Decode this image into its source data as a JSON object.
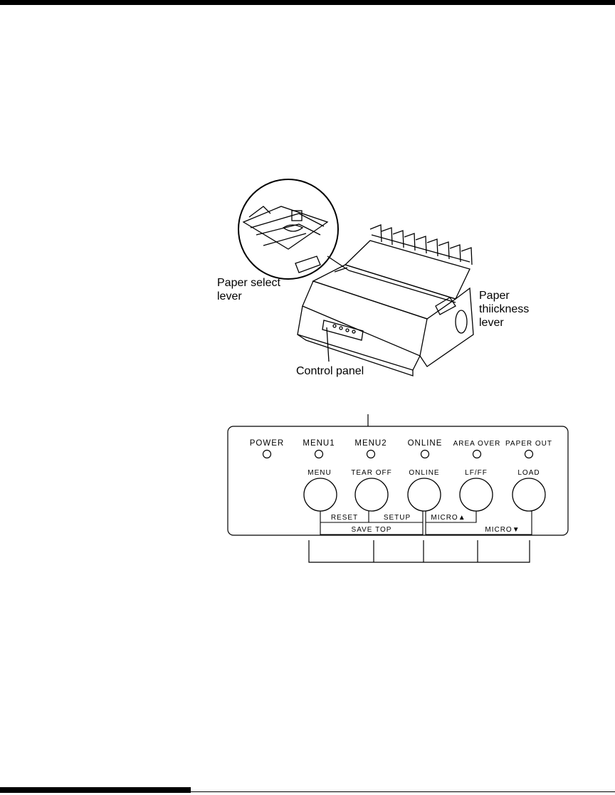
{
  "callouts": {
    "paper_select": "Paper select\nlever",
    "paper_thickness": "Paper\nthiickness\nlever",
    "control_panel": "Control panel"
  },
  "indicators": [
    "POWER",
    "MENU1",
    "MENU2",
    "ONLINE",
    "AREA OVER",
    "PAPER OUT"
  ],
  "buttons": [
    "MENU",
    "TEAR OFF",
    "ONLINE",
    "LF/FF",
    "LOAD"
  ],
  "combos": {
    "reset": "RESET",
    "setup": "SETUP",
    "save_top": "SAVE TOP",
    "micro_up": "MICRO▲",
    "micro_down": "MICRO▼"
  }
}
